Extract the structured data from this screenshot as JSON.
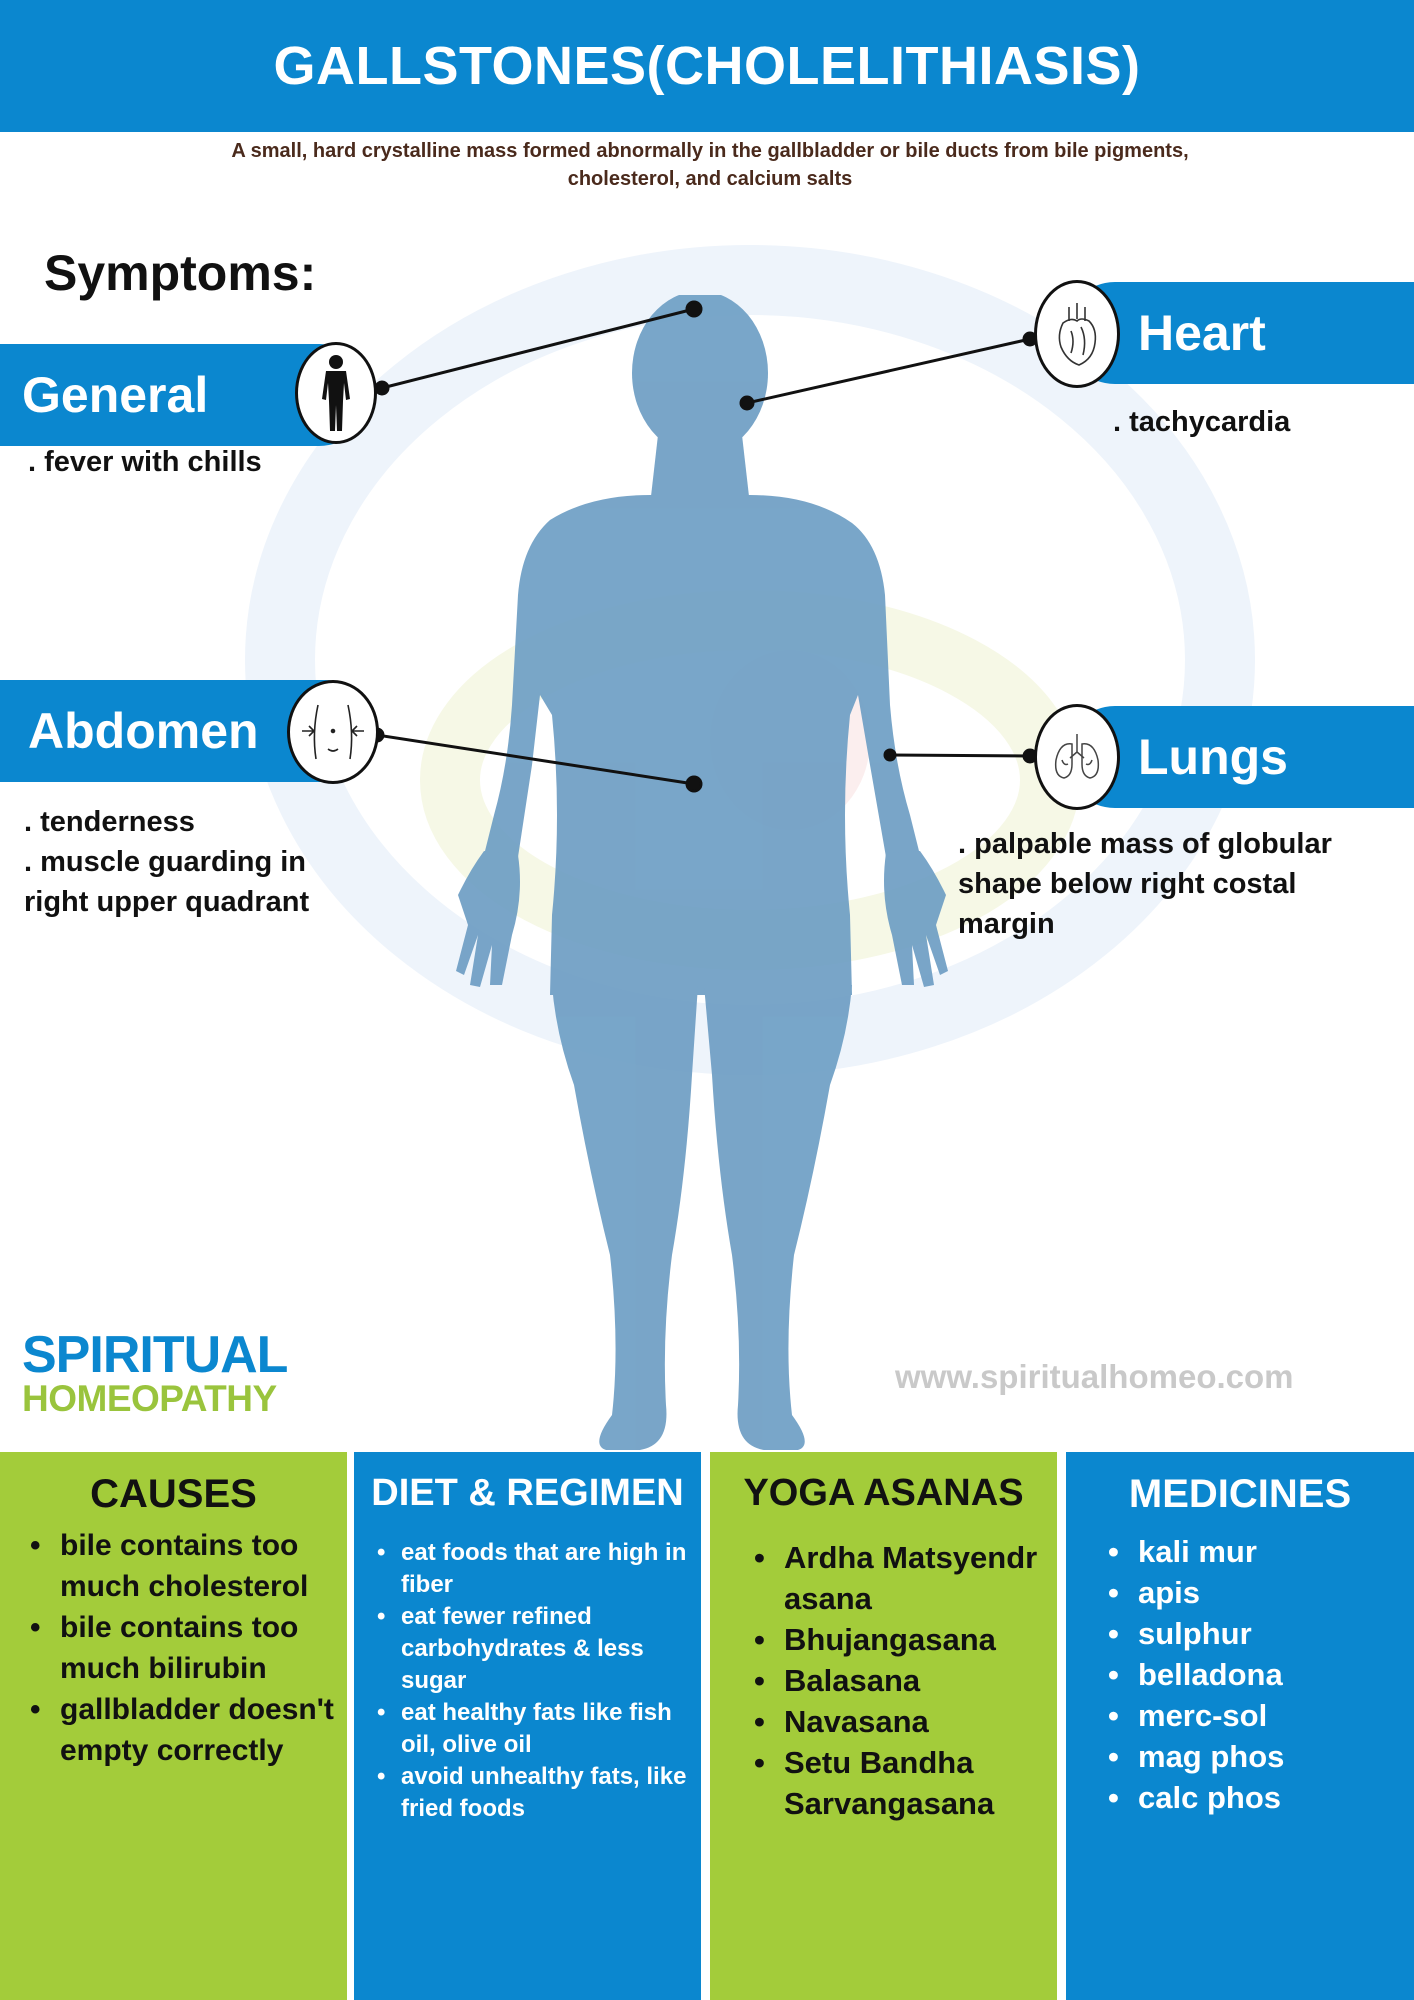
{
  "header": {
    "title": "GALLSTONES(CHOLELITHIASIS)",
    "subtitle": "A small, hard crystalline mass formed abnormally in the gallbladder or bile ducts from bile pigments, cholesterol, and calcium salts"
  },
  "symptoms": {
    "heading": "Symptoms:",
    "general": {
      "label": "General",
      "icon": "human-figure-icon",
      "notes": [
        ". fever with chills"
      ]
    },
    "heart": {
      "label": "Heart",
      "icon": "heart-icon",
      "notes": [
        ". tachycardia"
      ]
    },
    "abdomen": {
      "label": "Abdomen",
      "icon": "abdomen-icon",
      "notes": [
        ". tenderness",
        ". muscle guarding in",
        "right upper quadrant"
      ]
    },
    "lungs": {
      "label": "Lungs",
      "icon": "lungs-icon",
      "notes": [
        ". palpable mass of globular",
        "shape below right costal",
        "margin"
      ]
    }
  },
  "brand": {
    "line1": "SPIRITUAL",
    "line2": "HOMEOPATHY",
    "website": "www.spiritualhomeo.com"
  },
  "sections": {
    "causes": {
      "title": "CAUSES",
      "items": [
        "bile contains too much cholesterol",
        "bile contains too much bilirubin",
        "gallbladder doesn't empty correctly"
      ]
    },
    "diet": {
      "title": "DIET & REGIMEN",
      "items": [
        "eat foods that are high in fiber",
        "eat fewer refined carbohydrates & less sugar",
        "eat healthy fats like fish oil, olive oil",
        "avoid unhealthy fats, like fried foods"
      ]
    },
    "yoga": {
      "title": "YOGA ASANAS",
      "items": [
        "Ardha Matsyendrasana",
        "Bhujangasana",
        "Balasana",
        "Navasana",
        "Setu Bandha Sarvangasana"
      ]
    },
    "medicines": {
      "title": "MEDICINES",
      "items": [
        "kali mur",
        "apis",
        "sulphur",
        "belladona",
        "merc-sol",
        "mag phos",
        "calc phos"
      ]
    }
  },
  "colors": {
    "blue": "#0b87cf",
    "green": "#a3cc3a",
    "silhouette": "#6e9ec4",
    "subtitle_brown": "#4a2a1c"
  }
}
